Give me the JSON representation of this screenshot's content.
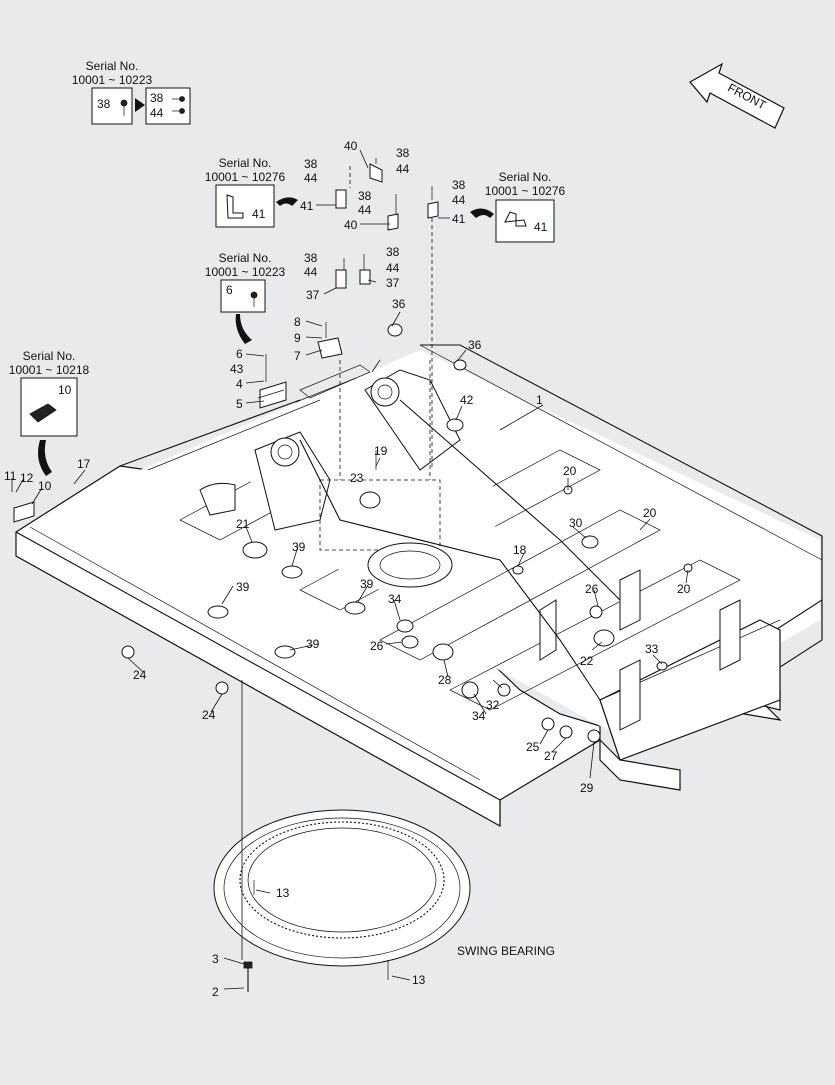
{
  "inset_38": {
    "serial_title": "Serial No.",
    "serial_range": "10001 ~ 10223",
    "left_label": "38",
    "right_label_top": "38",
    "right_label_bottom": "44"
  },
  "inset_41_left": {
    "serial_title": "Serial No.",
    "serial_range": "10001 ~ 10276",
    "label": "41"
  },
  "inset_41_right": {
    "serial_title": "Serial No.",
    "serial_range": "10001 ~ 10276",
    "label": "41"
  },
  "inset_6": {
    "serial_title": "Serial No.",
    "serial_range": "10001 ~ 10223",
    "label": "6"
  },
  "inset_10": {
    "serial_title": "Serial No.",
    "serial_range": "10001 ~ 10218",
    "label": "10"
  },
  "front_arrow": {
    "label": "FRONT"
  },
  "swing_bearing": {
    "label": "SWING BEARING"
  },
  "callouts": {
    "c1": "1",
    "c2": "2",
    "c3": "3",
    "c4": "4",
    "c5": "5",
    "c6": "6",
    "c7": "7",
    "c8": "8",
    "c9": "9",
    "c10": "10",
    "c11": "11",
    "c12": "12",
    "c13a": "13",
    "c13b": "13",
    "c17": "17",
    "c18": "18",
    "c19": "19",
    "c20a": "20",
    "c20b": "20",
    "c20c": "20",
    "c21": "21",
    "c22": "22",
    "c23": "23",
    "c24a": "24",
    "c24b": "24",
    "c25": "25",
    "c26a": "26",
    "c26b": "26",
    "c27": "27",
    "c28": "28",
    "c29": "29",
    "c30": "30",
    "c32": "32",
    "c33": "33",
    "c34a": "34",
    "c34b": "34",
    "c36a": "36",
    "c36b": "36",
    "c37a": "37",
    "c37b": "37",
    "c38a": "38",
    "c38b": "38",
    "c38c": "38",
    "c38d": "38",
    "c38e": "38",
    "c39a": "39",
    "c39b": "39",
    "c39c": "39",
    "c39d": "39",
    "c40a": "40",
    "c40b": "40",
    "c41a": "41",
    "c41b": "41",
    "c42": "42",
    "c43": "43",
    "c44a": "44",
    "c44b": "44",
    "c44c": "44",
    "c44d": "44",
    "c44e": "44"
  }
}
